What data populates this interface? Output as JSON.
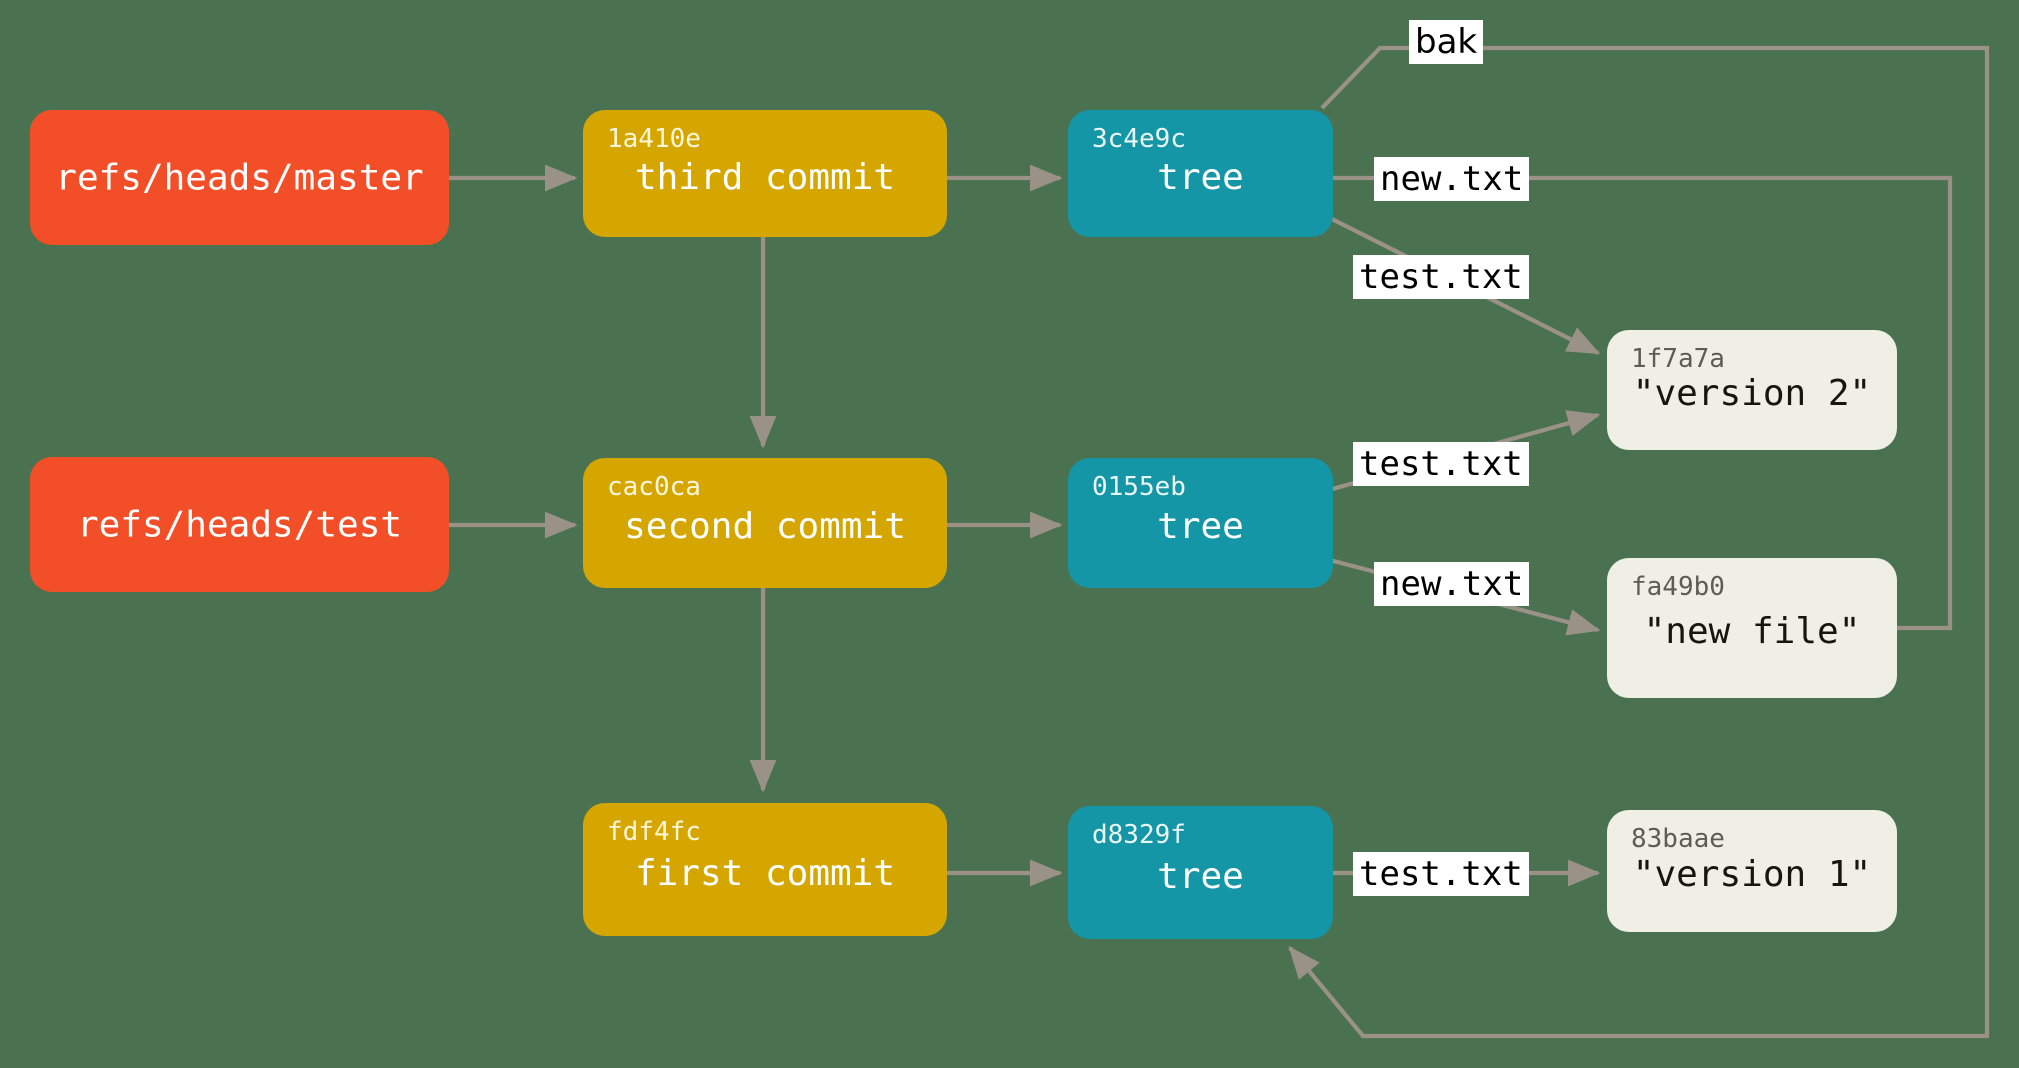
{
  "diagram": {
    "title": "Git object model: refs, commits, trees and blobs",
    "background_color": "#4a7250",
    "edge_color": "#9a9287",
    "colors": {
      "ref": "#f24f29",
      "commit": "#d6a600",
      "tree": "#1496a6",
      "blob": "#f0efe6",
      "edge": "#9a9287",
      "label_background": "#ffffff",
      "label_text": "#000000"
    }
  },
  "nodes": {
    "ref_master": {
      "label": "refs/heads/master",
      "type": "ref"
    },
    "ref_test": {
      "label": "refs/heads/test",
      "type": "ref"
    },
    "commit_third": {
      "sha": "1a410e",
      "label": "third commit",
      "type": "commit"
    },
    "commit_second": {
      "sha": "cac0ca",
      "label": "second commit",
      "type": "commit"
    },
    "commit_first": {
      "sha": "fdf4fc",
      "label": "first commit",
      "type": "commit"
    },
    "tree_third": {
      "sha": "3c4e9c",
      "label": "tree",
      "type": "tree"
    },
    "tree_second": {
      "sha": "0155eb",
      "label": "tree",
      "type": "tree"
    },
    "tree_first": {
      "sha": "d8329f",
      "label": "tree",
      "type": "tree"
    },
    "blob_v2": {
      "sha": "1f7a7a",
      "label": "\"version 2\"",
      "type": "blob"
    },
    "blob_newfile": {
      "sha": "fa49b0",
      "label": "\"new file\"",
      "type": "blob"
    },
    "blob_v1": {
      "sha": "83baae",
      "label": "\"version 1\"",
      "type": "blob"
    }
  },
  "edge_labels": {
    "bak": "bak",
    "new_txt_top": "new.txt",
    "test_txt_top": "test.txt",
    "test_txt_mid": "test.txt",
    "new_txt_mid": "new.txt",
    "test_txt_bottom": "test.txt"
  },
  "edges": [
    {
      "from": "ref_master",
      "to": "commit_third",
      "label": ""
    },
    {
      "from": "ref_test",
      "to": "commit_second",
      "label": ""
    },
    {
      "from": "commit_third",
      "to": "commit_second",
      "label": ""
    },
    {
      "from": "commit_second",
      "to": "commit_first",
      "label": ""
    },
    {
      "from": "commit_third",
      "to": "tree_third",
      "label": ""
    },
    {
      "from": "commit_second",
      "to": "tree_second",
      "label": ""
    },
    {
      "from": "commit_first",
      "to": "tree_first",
      "label": ""
    },
    {
      "from": "tree_third",
      "to": "tree_first",
      "label": "bak"
    },
    {
      "from": "tree_third",
      "to": "blob_newfile",
      "label": "new.txt"
    },
    {
      "from": "tree_third",
      "to": "blob_v2",
      "label": "test.txt"
    },
    {
      "from": "tree_second",
      "to": "blob_v2",
      "label": "test.txt"
    },
    {
      "from": "tree_second",
      "to": "blob_newfile",
      "label": "new.txt"
    },
    {
      "from": "tree_first",
      "to": "blob_v1",
      "label": "test.txt"
    }
  ]
}
